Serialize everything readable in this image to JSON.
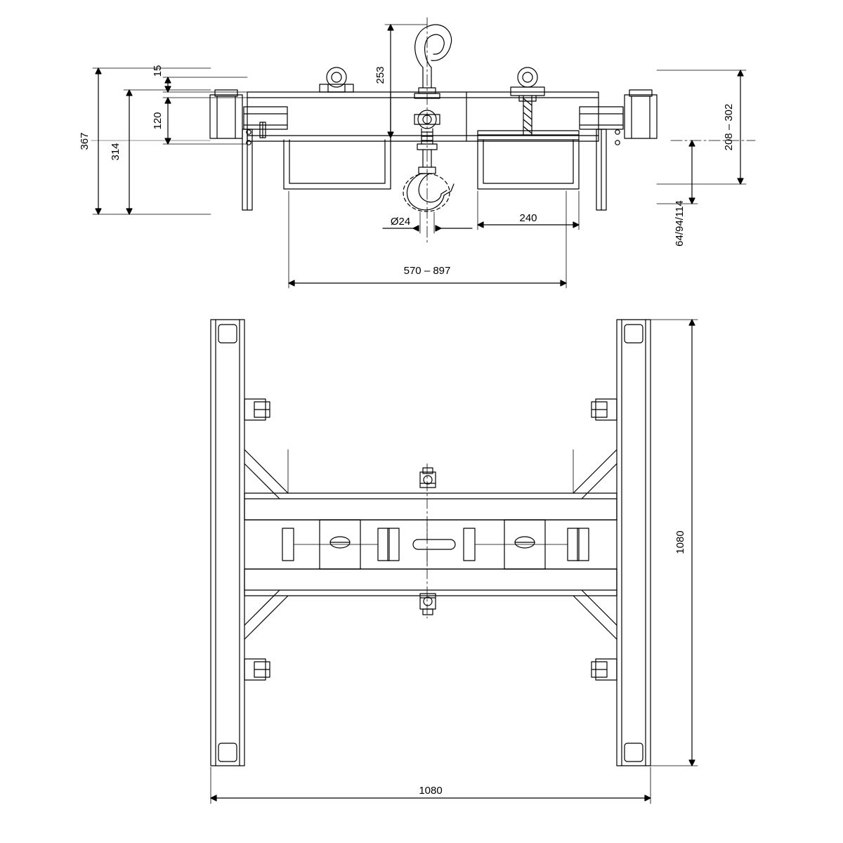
{
  "drawing": {
    "title": "Technical dimensional drawing - lifting beam / fork spreader",
    "units": "mm",
    "views": [
      {
        "name": "front-elevation-view",
        "position": "top"
      },
      {
        "name": "plan-view",
        "position": "bottom"
      }
    ]
  },
  "dimensions": {
    "overall_height": "367",
    "frame_height": "314",
    "top_plate": "15",
    "channel_height": "120",
    "hook_height": "253",
    "hook_diameter": "Ø24",
    "fork_pocket_width": "240",
    "spread_range": "570 – 897",
    "right_range": "208 – 302",
    "adjust_steps": "64/94/114",
    "plan_height": "1080",
    "plan_width": "1080"
  },
  "labels": [
    {
      "id": "d-367",
      "text": "367"
    },
    {
      "id": "d-314",
      "text": "314"
    },
    {
      "id": "d-15",
      "text": "15"
    },
    {
      "id": "d-120",
      "text": "120"
    },
    {
      "id": "d-253",
      "text": "253"
    },
    {
      "id": "d-24",
      "text": "Ø24"
    },
    {
      "id": "d-240",
      "text": "240"
    },
    {
      "id": "d-570-897",
      "text": "570 – 897"
    },
    {
      "id": "d-208-302",
      "text": "208 – 302"
    },
    {
      "id": "d-64-94-114",
      "text": "64/94/114"
    },
    {
      "id": "d-1080-v",
      "text": "1080"
    },
    {
      "id": "d-1080-h",
      "text": "1080"
    }
  ],
  "colors": {
    "line": "#000000",
    "background": "#ffffff"
  }
}
